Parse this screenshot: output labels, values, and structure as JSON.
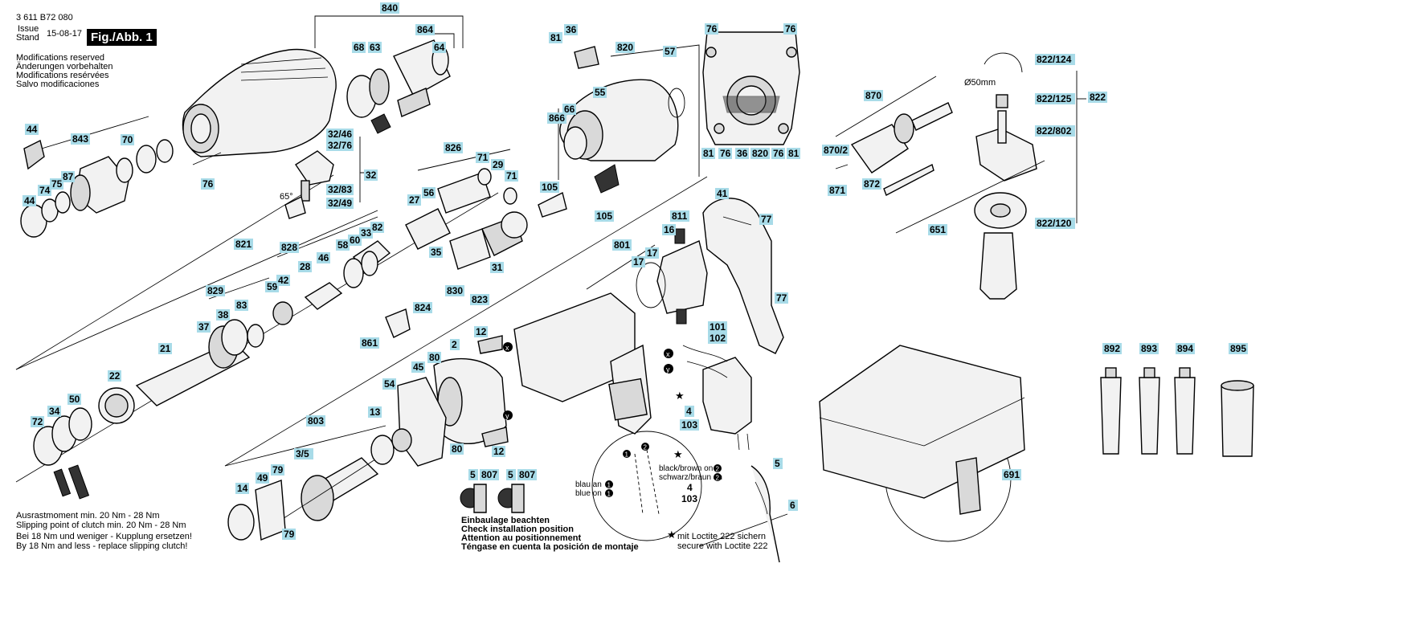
{
  "header": {
    "doc_number": "3 611 B72 080",
    "issue_label": "Issue",
    "stand_label": "Stand",
    "date": "15-08-17",
    "figure_label": "Fig./Abb. 1"
  },
  "modifications": [
    "Modifications reserved",
    "Änderungen vorbehalten",
    "Modifications resérvées",
    "Salvo modificaciones"
  ],
  "torque_notes": [
    "Ausrastmoment min. 20 Nm - 28 Nm",
    "Slipping point of clutch min. 20 Nm - 28 Nm",
    "Bei 18 Nm und weniger - Kupplung ersetzen!",
    "By 18 Nm and less - replace slipping clutch!"
  ],
  "installation_notes": [
    "Einbaulage beachten",
    "Check installation position",
    "Attention au positionnement",
    "Téngase en cuenta la posición de montaje"
  ],
  "loctite_notes": [
    "mit Loctite 222 sichern",
    "secure with Loctite 222"
  ],
  "wiring_notes": {
    "black_brown": "black/brown on",
    "schwarz_braun": "schwarz/braun an",
    "blau": "blau an",
    "blue": "blue on",
    "circle_1": "1",
    "circle_2": "2"
  },
  "misc": {
    "angle": "65°",
    "diameter": "Ø50mm",
    "marker_x": "x",
    "marker_y": "y",
    "star": "★"
  },
  "labels": [
    {
      "text": "840"
    },
    {
      "text": "864"
    },
    {
      "text": "68"
    },
    {
      "text": "63"
    },
    {
      "text": "64"
    },
    {
      "text": "32/46"
    },
    {
      "text": "32/76"
    },
    {
      "text": "32"
    },
    {
      "text": "32/83"
    },
    {
      "text": "32/49"
    },
    {
      "text": "76"
    },
    {
      "text": "44"
    },
    {
      "text": "843"
    },
    {
      "text": "70"
    },
    {
      "text": "87"
    },
    {
      "text": "75"
    },
    {
      "text": "74"
    },
    {
      "text": "44"
    },
    {
      "text": "81"
    },
    {
      "text": "36"
    },
    {
      "text": "820"
    },
    {
      "text": "57"
    },
    {
      "text": "55"
    },
    {
      "text": "66"
    },
    {
      "text": "866"
    },
    {
      "text": "105"
    },
    {
      "text": "105"
    },
    {
      "text": "76"
    },
    {
      "text": "76"
    },
    {
      "text": "81"
    },
    {
      "text": "76"
    },
    {
      "text": "36"
    },
    {
      "text": "820"
    },
    {
      "text": "76"
    },
    {
      "text": "81"
    },
    {
      "text": "826"
    },
    {
      "text": "71"
    },
    {
      "text": "29"
    },
    {
      "text": "71"
    },
    {
      "text": "27"
    },
    {
      "text": "56"
    },
    {
      "text": "821"
    },
    {
      "text": "828"
    },
    {
      "text": "58"
    },
    {
      "text": "60"
    },
    {
      "text": "33"
    },
    {
      "text": "82"
    },
    {
      "text": "59"
    },
    {
      "text": "42"
    },
    {
      "text": "28"
    },
    {
      "text": "46"
    },
    {
      "text": "829"
    },
    {
      "text": "38"
    },
    {
      "text": "83"
    },
    {
      "text": "37"
    },
    {
      "text": "21"
    },
    {
      "text": "22"
    },
    {
      "text": "35"
    },
    {
      "text": "31"
    },
    {
      "text": "830"
    },
    {
      "text": "824"
    },
    {
      "text": "823"
    },
    {
      "text": "861"
    },
    {
      "text": "72"
    },
    {
      "text": "34"
    },
    {
      "text": "50"
    },
    {
      "text": "41"
    },
    {
      "text": "77"
    },
    {
      "text": "811"
    },
    {
      "text": "16"
    },
    {
      "text": "801"
    },
    {
      "text": "17"
    },
    {
      "text": "17"
    },
    {
      "text": "77"
    },
    {
      "text": "101"
    },
    {
      "text": "102"
    },
    {
      "text": "12"
    },
    {
      "text": "2"
    },
    {
      "text": "80"
    },
    {
      "text": "45"
    },
    {
      "text": "54"
    },
    {
      "text": "13"
    },
    {
      "text": "80"
    },
    {
      "text": "12"
    },
    {
      "text": "803"
    },
    {
      "text": "3/5"
    },
    {
      "text": "14"
    },
    {
      "text": "49"
    },
    {
      "text": "79"
    },
    {
      "text": "79"
    },
    {
      "text": "4"
    },
    {
      "text": "103"
    },
    {
      "text": "5"
    },
    {
      "text": "6"
    },
    {
      "text": "5"
    },
    {
      "text": "807"
    },
    {
      "text": "5"
    },
    {
      "text": "807"
    },
    {
      "text": "4"
    },
    {
      "text": "103"
    },
    {
      "text": "870"
    },
    {
      "text": "870/2"
    },
    {
      "text": "871"
    },
    {
      "text": "872"
    },
    {
      "text": "651"
    },
    {
      "text": "822/124"
    },
    {
      "text": "822/125"
    },
    {
      "text": "822"
    },
    {
      "text": "822/802"
    },
    {
      "text": "822/120"
    },
    {
      "text": "892"
    },
    {
      "text": "893"
    },
    {
      "text": "894"
    },
    {
      "text": "895"
    },
    {
      "text": "691"
    }
  ]
}
